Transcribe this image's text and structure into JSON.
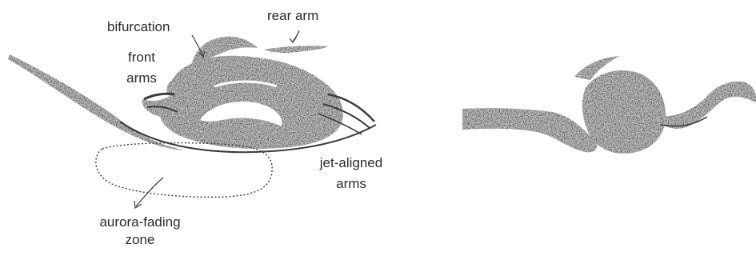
{
  "labels": {
    "bifurcation": "bifurcation",
    "rear_arm": "rear arm",
    "front_arms_line1": "front",
    "front_arms_line2": "arms",
    "jet_aligned_line1": "jet-aligned",
    "jet_aligned_line2": "arms",
    "aurora_line1": "aurora-fading",
    "aurora_line2": "zone"
  },
  "colors": {
    "ink": "#3a3a3a",
    "text": "#2b2b2b",
    "background": "#ffffff"
  }
}
